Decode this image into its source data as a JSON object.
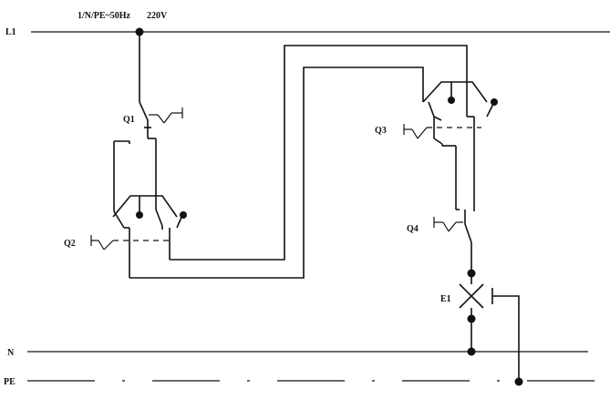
{
  "supply": {
    "system": "1/N/PE~50Hz",
    "voltage": "220V"
  },
  "conductors": {
    "l1": "L1",
    "n": "N",
    "pe": "PE"
  },
  "devices": {
    "q1": "Q1",
    "q2": "Q2",
    "q3": "Q3",
    "q4": "Q4",
    "e1": "E1"
  }
}
